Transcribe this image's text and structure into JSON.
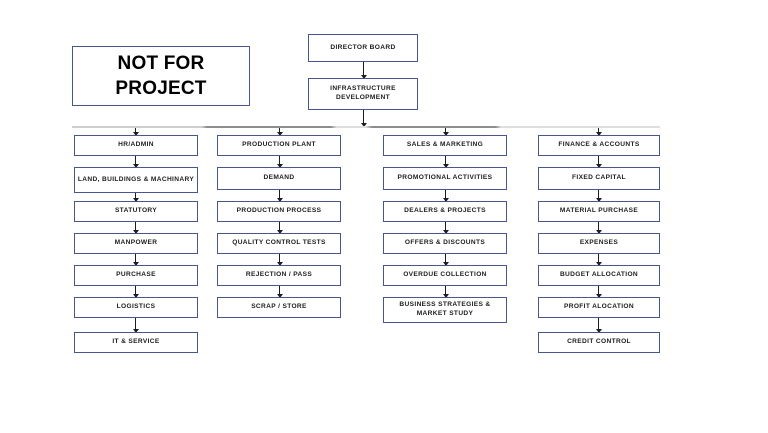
{
  "diagram": {
    "title_banner": {
      "line1": "NOT FOR",
      "line2": "PROJECT"
    },
    "top_chain": [
      {
        "label": "DIRECTOR BOARD"
      },
      {
        "label": "INFRASTRUCTURE DEVELOPMENT"
      }
    ],
    "columns": [
      {
        "name": "hr-admin-column",
        "nodes": [
          "HR/ADMIN",
          "LAND, BUILDINGS & MACHINARY",
          "STATUTORY",
          "MANPOWER",
          "PURCHASE",
          "LOGISTICS",
          "IT & SERVICE"
        ]
      },
      {
        "name": "production-column",
        "nodes": [
          "PRODUCTION PLANT",
          "DEMAND",
          "PRODUCTION PROCESS",
          "QUALITY CONTROL TESTS",
          "REJECTION / PASS",
          "SCRAP / STORE"
        ]
      },
      {
        "name": "sales-marketing-column",
        "nodes": [
          "SALES & MARKETING",
          "PROMOTIONAL ACTIVITIES",
          "DEALERS & PROJECTS",
          "OFFERS & DISCOUNTS",
          "OVERDUE COLLECTION",
          "BUSINESS STRATEGIES & MARKET STUDY"
        ]
      },
      {
        "name": "finance-accounts-column",
        "nodes": [
          "FINANCE & ACCOUNTS",
          "FIXED CAPITAL",
          "MATERIAL PURCHASE",
          "EXPENSES",
          "BUDGET ALLOCATION",
          "PROFIT ALOCATION",
          "CREDIT CONTROL"
        ]
      }
    ],
    "colors": {
      "box_border": "#47568c",
      "box_fill": "#ffffff",
      "text": "#1c1c1c",
      "connector": "#1d1d1d",
      "background": "#ffffff"
    }
  }
}
